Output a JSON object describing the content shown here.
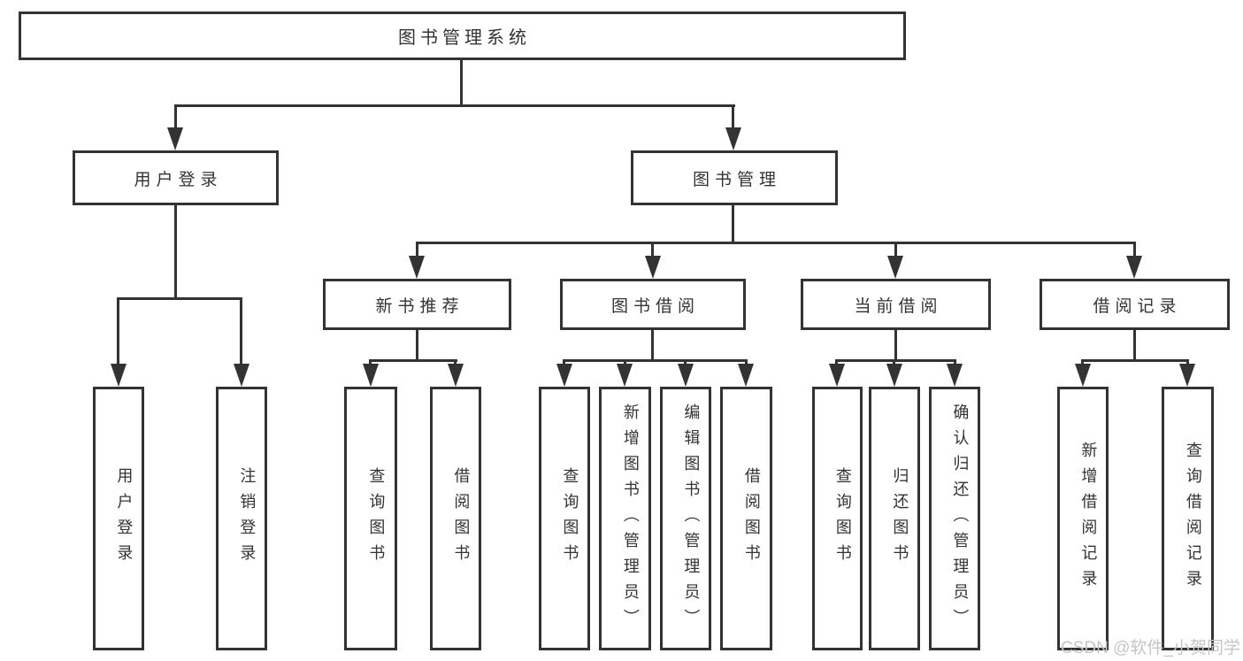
{
  "diagram": {
    "root": {
      "label": "图书管理系统"
    },
    "branches": [
      {
        "label": "用户登录",
        "children": [
          {
            "label": "用户登录"
          },
          {
            "label": "注销登录"
          }
        ]
      },
      {
        "label": "图书管理",
        "children": [
          {
            "label": "新书推荐",
            "children": [
              {
                "label": "查询图书"
              },
              {
                "label": "借阅图书"
              }
            ]
          },
          {
            "label": "图书借阅",
            "children": [
              {
                "label": "查询图书"
              },
              {
                "label": "新增图书（管理员）"
              },
              {
                "label": "编辑图书（管理员）"
              },
              {
                "label": "借阅图书"
              }
            ]
          },
          {
            "label": "当前借阅",
            "children": [
              {
                "label": "查询图书"
              },
              {
                "label": "归还图书"
              },
              {
                "label": "确认归还（管理员）"
              }
            ]
          },
          {
            "label": "借阅记录",
            "children": [
              {
                "label": "新增借阅记录"
              },
              {
                "label": "查询借阅记录"
              }
            ]
          }
        ]
      }
    ]
  },
  "watermark": {
    "text": "CSDN @软件_小贺同学"
  },
  "colors": {
    "line": "#333333",
    "text": "#333333",
    "watermark": "#c5c5c5",
    "background": "#ffffff"
  }
}
